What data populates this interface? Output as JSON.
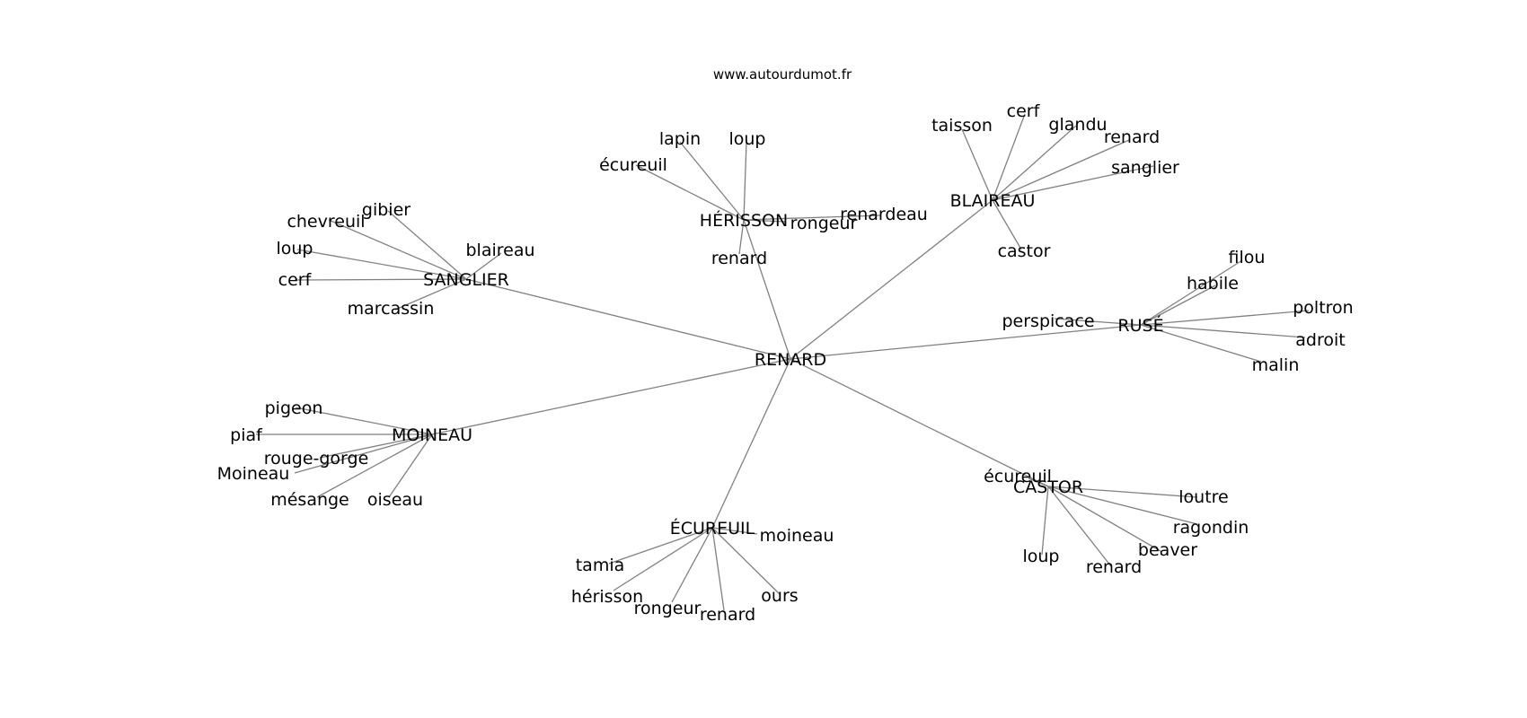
{
  "header": {
    "site": "www.autourdumot.fr"
  },
  "graph": {
    "colors": {
      "edge": "#808080",
      "text": "#000000",
      "background": "#ffffff"
    },
    "center": {
      "id": "renard",
      "label": "RENARD"
    },
    "hubs": [
      {
        "id": "herisson",
        "label": "HÉRISSON",
        "leaves": [
          "lapin",
          "loup",
          "écureuil",
          "renardeau",
          "rongeur",
          "renard"
        ]
      },
      {
        "id": "blaireau",
        "label": "BLAIREAU",
        "leaves": [
          "taisson",
          "cerf",
          "glandu",
          "renard",
          "sanglier",
          "castor"
        ]
      },
      {
        "id": "sanglier",
        "label": "SANGLIER",
        "leaves": [
          "gibier",
          "chevreuil",
          "loup",
          "blaireau",
          "cerf",
          "marcassin"
        ]
      },
      {
        "id": "ruse",
        "label": "RUSÉ",
        "leaves": [
          "filou",
          "habile",
          "poltron",
          "perspicace",
          "adroit",
          "malin"
        ]
      },
      {
        "id": "moineau",
        "label": "MOINEAU",
        "leaves": [
          "pigeon",
          "piaf",
          "rouge-gorge",
          "Moineau",
          "mésange",
          "oiseau"
        ]
      },
      {
        "id": "castor",
        "label": "CASTOR",
        "leaves": [
          "écureuil",
          "loutre",
          "ragondin",
          "beaver",
          "loup",
          "renard"
        ]
      },
      {
        "id": "ecureuil",
        "label": "ÉCUREUIL",
        "leaves": [
          "moineau",
          "tamia",
          "hérisson",
          "rongeur",
          "renard",
          "ours"
        ]
      }
    ]
  }
}
